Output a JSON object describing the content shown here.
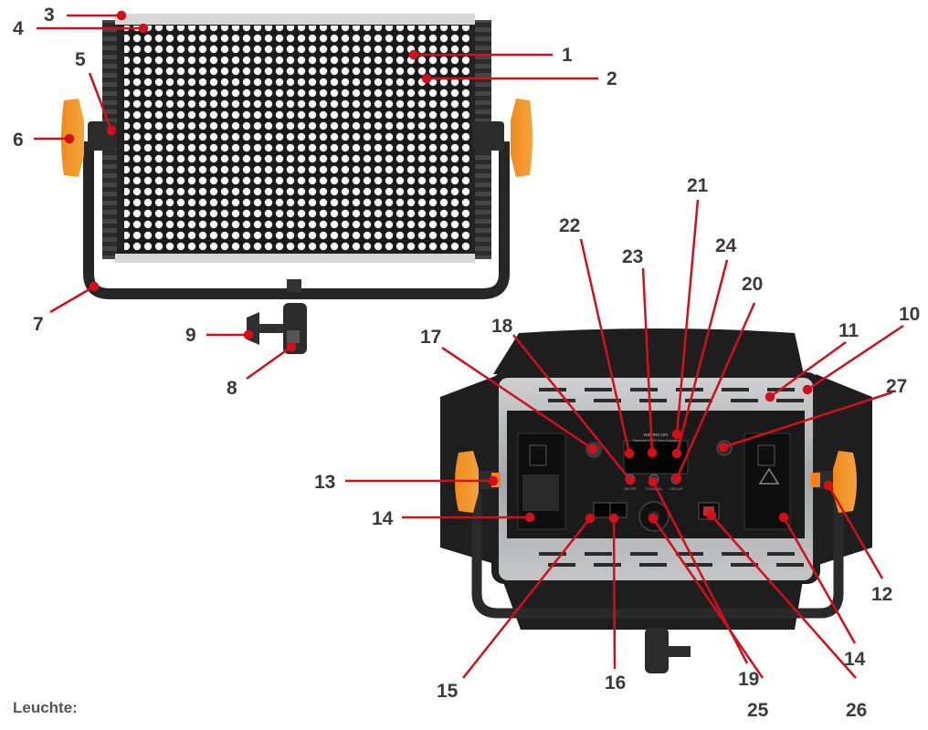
{
  "caption": "Leuchte:",
  "colors": {
    "callout": "#d0101a",
    "accent": "#f5821f",
    "panel": "#1c1c1c",
    "housing": "#a9aaad"
  },
  "panel_text": {
    "brand_top": "walimex pro",
    "model_top": "Rainbow PRO Plus Daylight",
    "btn_label_left": "ON/OFF",
    "btn_label_mid": "CHANNEL",
    "btn_label_right": "GROUP"
  },
  "labels": [
    "1",
    "2",
    "3",
    "4",
    "5",
    "6",
    "7",
    "8",
    "9",
    "10",
    "11",
    "12",
    "13",
    "14",
    "14",
    "15",
    "16",
    "17",
    "18",
    "19",
    "20",
    "21",
    "22",
    "23",
    "24",
    "25",
    "26",
    "27"
  ]
}
